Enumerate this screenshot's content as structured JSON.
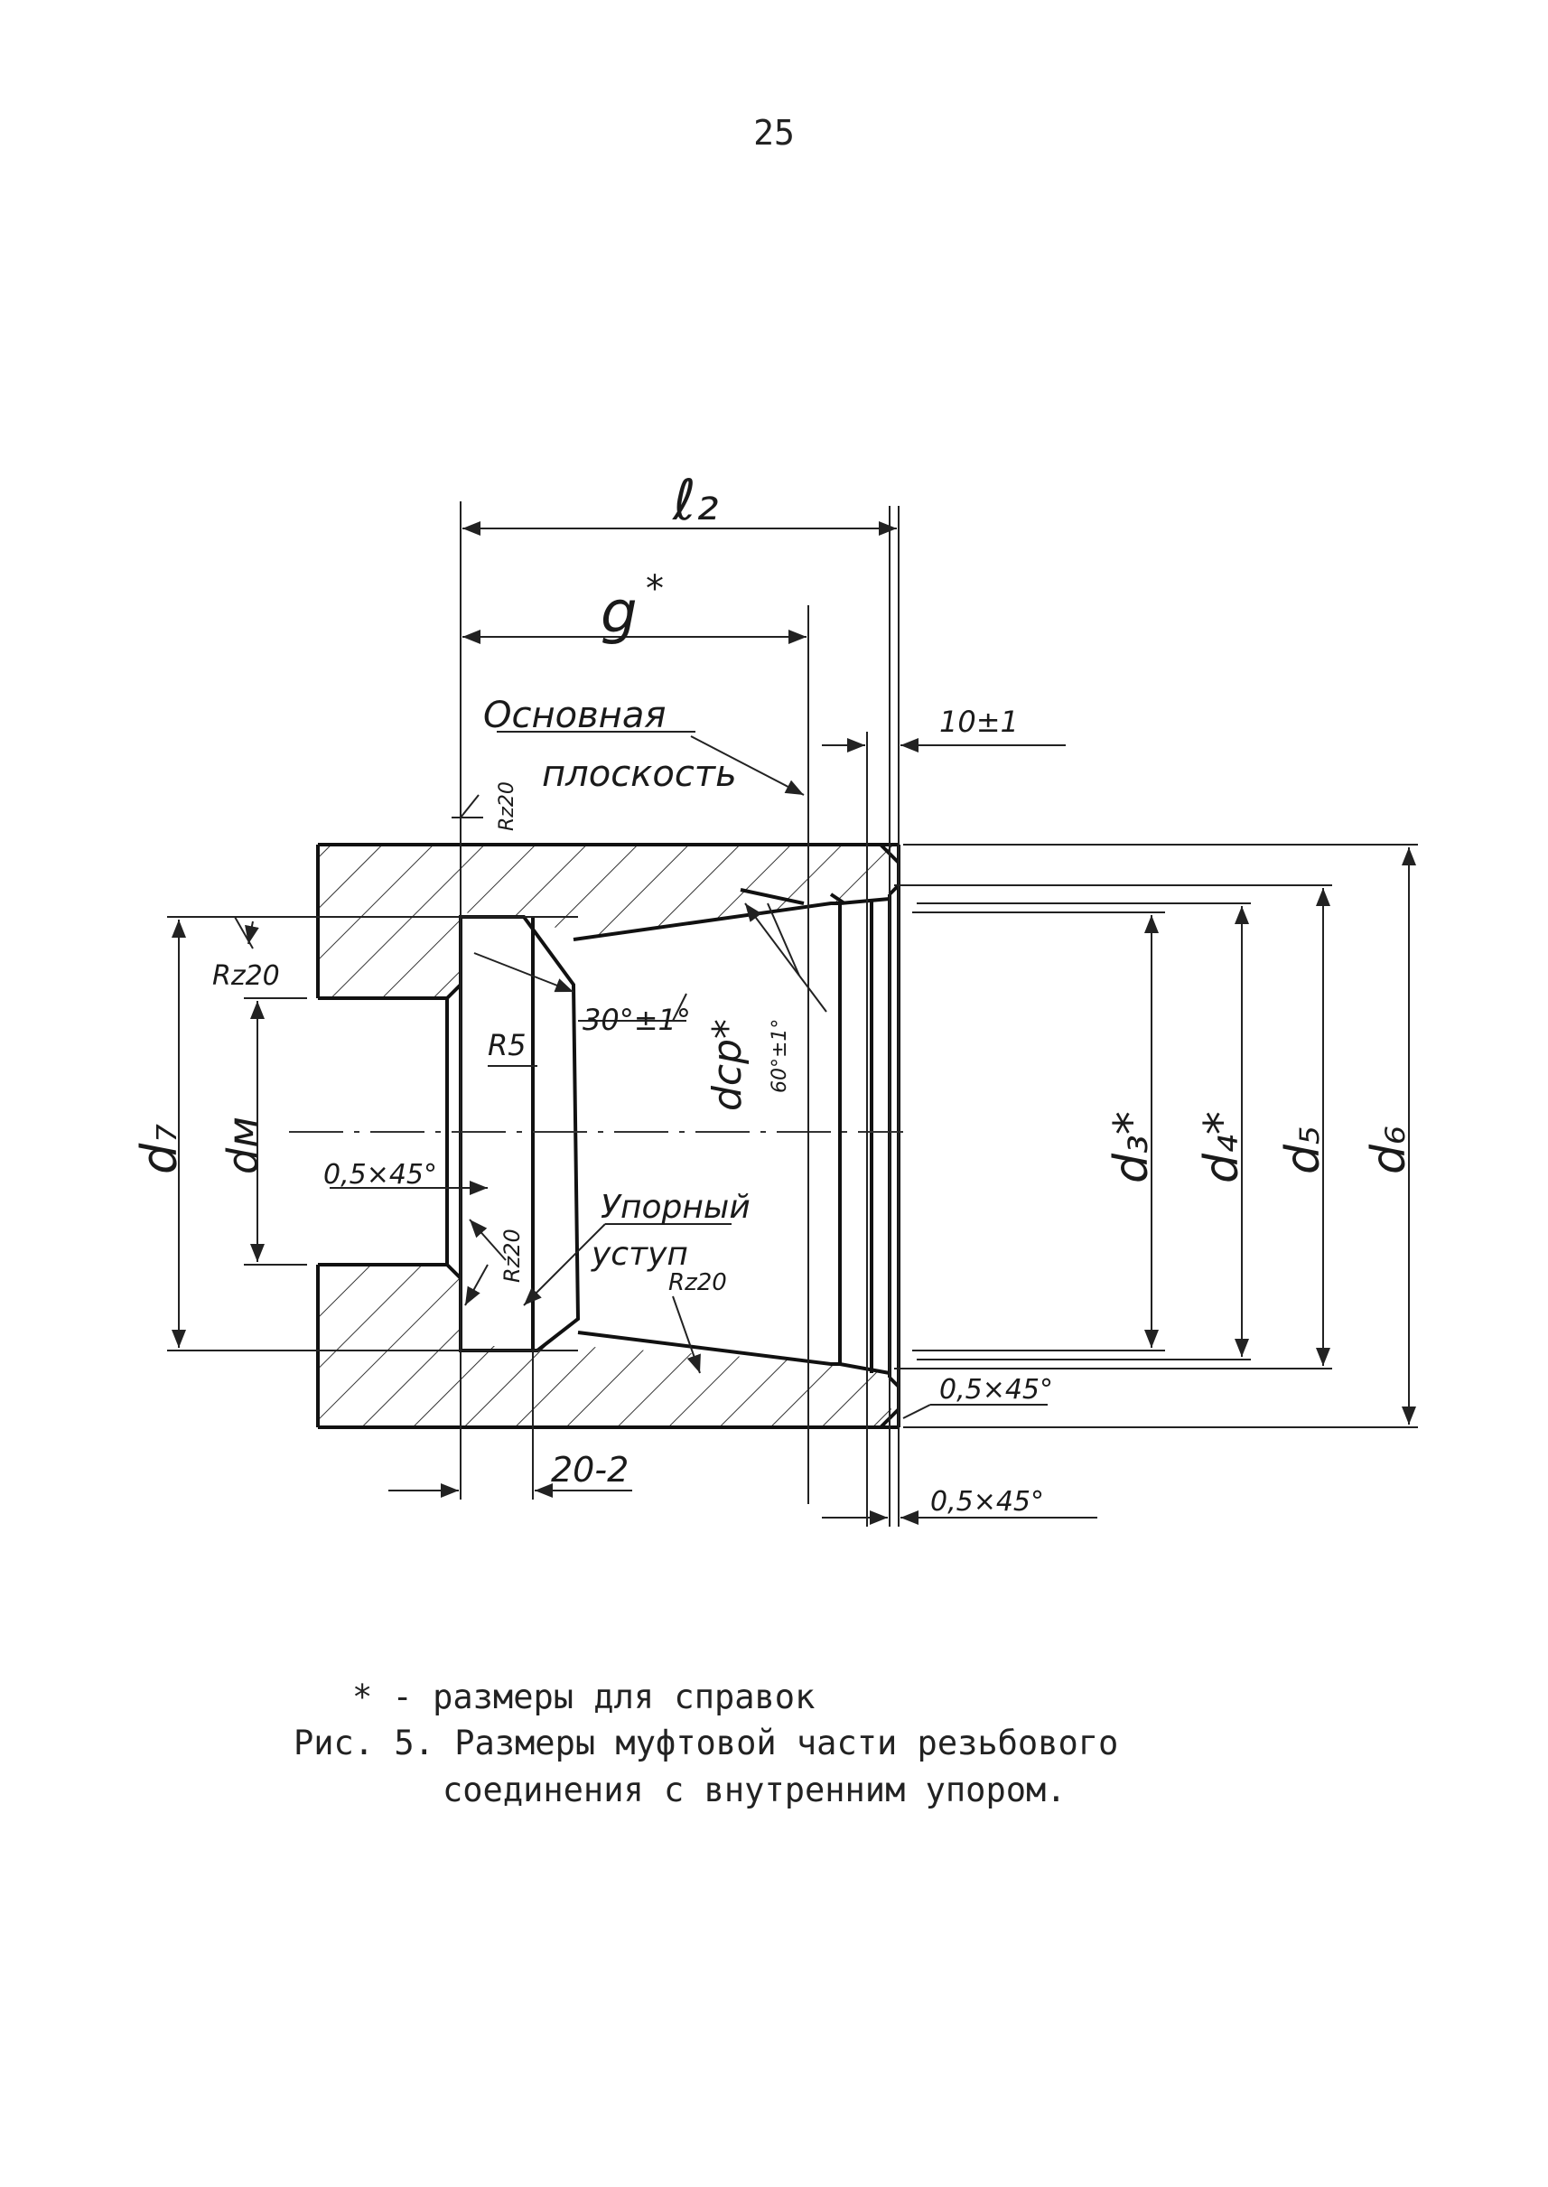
{
  "page_number": "25",
  "labels": {
    "l2": "ℓ₂",
    "g": "g",
    "g_star": "*",
    "osnovnaya": "Основная",
    "ploskost": "плоскость",
    "tol_10": "10±1",
    "rz20_top": "Rz20",
    "rz20_left": "Rz20",
    "r5": "R5",
    "angle_30": "30°±1°",
    "angle_60": "60°±1°",
    "dcp": "dср*",
    "d7": "d₇",
    "dm": "dм",
    "chamfer_inner": "0,5×45°",
    "rz20_mid": "Rz20",
    "upornyi": "Упорный",
    "ustup": "уступ",
    "rz20_bottom": "Rz20",
    "d3": "d₃*",
    "d4": "d₄*",
    "d5": "d₅",
    "d6": "d₆",
    "chamfer_right": "0,5×45°",
    "dim_20": "20-2",
    "chamfer_bottom": "0,5×45°"
  },
  "caption": {
    "note": "* - размеры для справок",
    "line1": "Рис. 5. Размеры муфтовой части резьбового",
    "line2": "соединения с внутренним упором."
  }
}
